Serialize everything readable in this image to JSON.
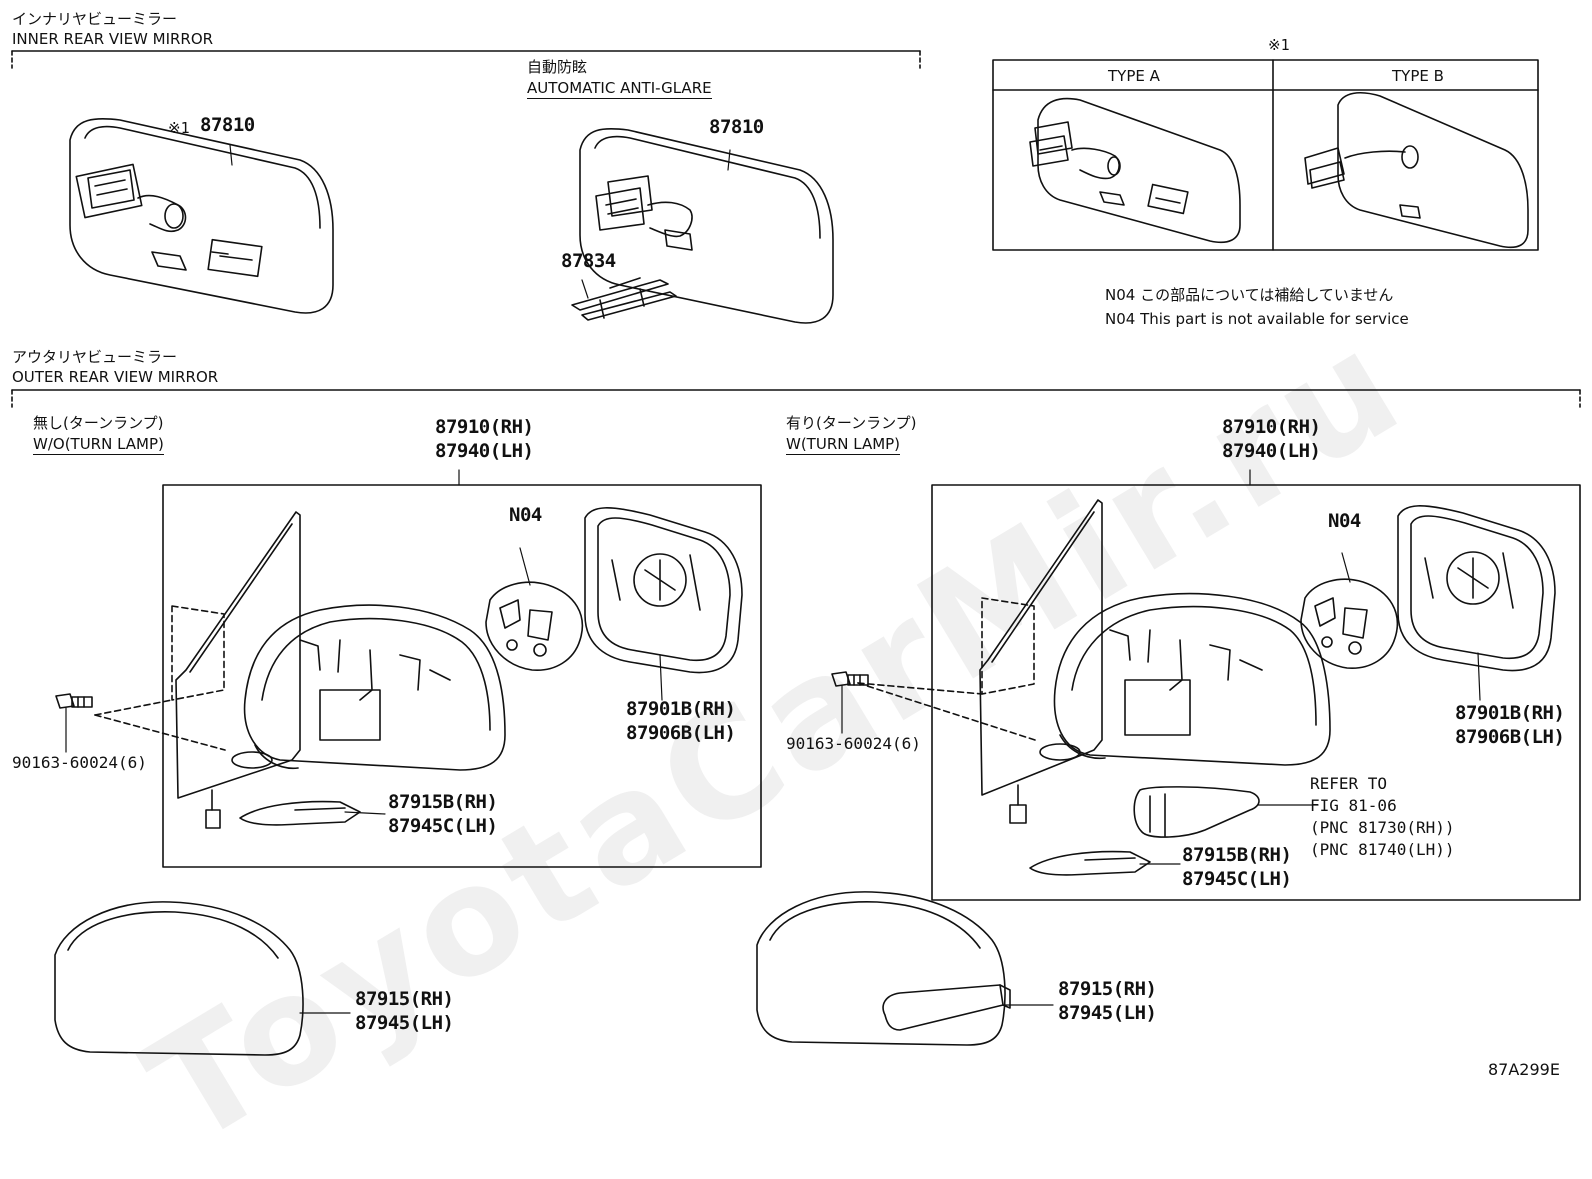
{
  "watermark": "ToyotaCarMir.ru",
  "inner": {
    "title_jp": "インナリヤビューミラー",
    "title_en": "INNER REAR VIEW MIRROR",
    "anti_glare_jp": "自動防眩",
    "anti_glare_en": "AUTOMATIC ANTI-GLARE",
    "part_std_ref": "※1",
    "part_std": "87810",
    "part_ag": "87810",
    "part_wire": "87834"
  },
  "type_box": {
    "ref": "※1",
    "type_a": "TYPE A",
    "type_b": "TYPE B"
  },
  "notes": {
    "jp": "N04 この部品については補給していません",
    "en": "N04 This part is not available for service"
  },
  "outer": {
    "title_jp": "アウタリヤビューミラー",
    "title_en": "OUTER REAR VIEW MIRROR",
    "left": {
      "variant_jp": "無し(ターンランプ)",
      "variant_en": "W/O(TURN LAMP)",
      "assy_rh": "87910(RH)",
      "assy_lh": "87940(LH)",
      "n04": "N04",
      "glass_rh": "87901B(RH)",
      "glass_lh": "87906B(LH)",
      "cover_rh": "87915B(RH)",
      "cover_lh": "87945C(LH)",
      "bolt": "90163-60024(6)",
      "cap_rh": "87915(RH)",
      "cap_lh": "87945(LH)"
    },
    "right": {
      "variant_jp": "有り(ターンランプ)",
      "variant_en": "W(TURN LAMP)",
      "assy_rh": "87910(RH)",
      "assy_lh": "87940(LH)",
      "n04": "N04",
      "glass_rh": "87901B(RH)",
      "glass_lh": "87906B(LH)",
      "refer_1": "REFER TO",
      "refer_2": "FIG 81-06",
      "refer_3": "(PNC 81730(RH))",
      "refer_4": "(PNC 81740(LH))",
      "cover_rh": "87915B(RH)",
      "cover_lh": "87945C(LH)",
      "bolt": "90163-60024(6)",
      "cap_rh": "87915(RH)",
      "cap_lh": "87945(LH)"
    }
  },
  "figure_code": "87A299E"
}
